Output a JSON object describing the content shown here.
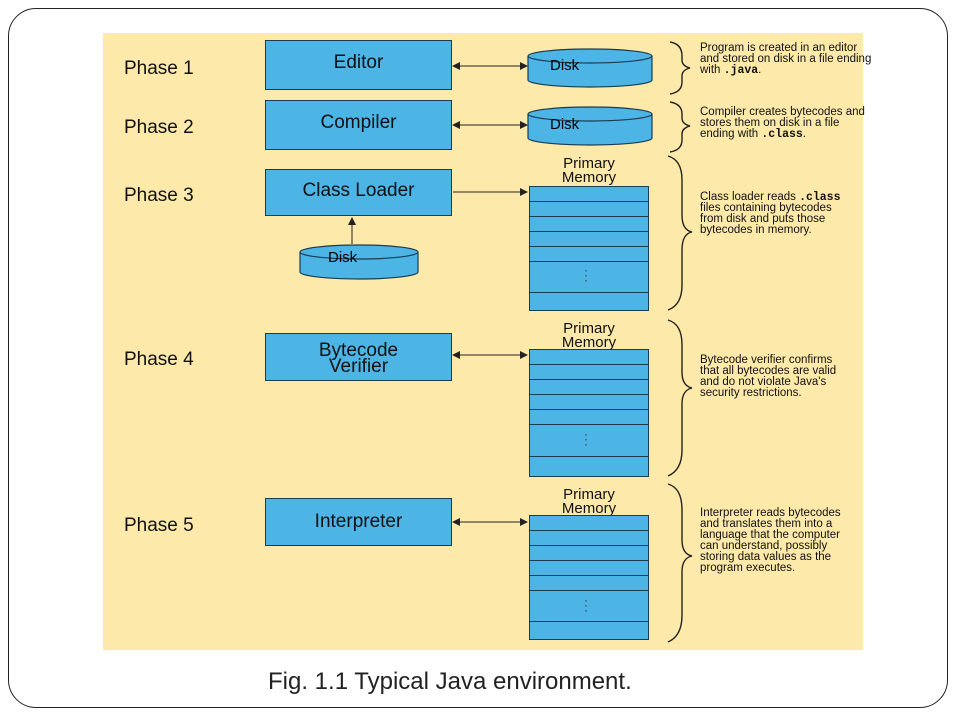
{
  "caption": "Fig. 1.1 Typical Java environment.",
  "colors": {
    "panel_bg": "#fde9a9",
    "box_fill": "#4db4e6",
    "box_border": "#1a3b50"
  },
  "phases": [
    {
      "label": "Phase 1",
      "component": "Editor",
      "store": "Disk",
      "note_parts": [
        "Program is created in an editor and stored on disk in a file ending with ",
        ".java",
        "."
      ]
    },
    {
      "label": "Phase 2",
      "component": "Compiler",
      "store": "Disk",
      "note_parts": [
        "Compiler creates bytecodes and stores them on disk in a file ending with ",
        ".class",
        "."
      ]
    },
    {
      "label": "Phase 3",
      "component": "Class Loader",
      "store": "Primary Memory",
      "source": "Disk",
      "note_parts": [
        "Class loader reads ",
        ".class",
        " files containing bytecodes from disk and puts those bytecodes in memory."
      ]
    },
    {
      "label": "Phase 4",
      "component_line1": "Bytecode",
      "component_line2": "Verifier",
      "store": "Primary Memory",
      "note": "Bytecode verifier confirms that all bytecodes are valid and do not violate Java's security restrictions."
    },
    {
      "label": "Phase 5",
      "component": "Interpreter",
      "store": "Primary Memory",
      "note": "Interpreter reads bytecodes and translates them into a language that the computer can understand, possibly storing data values as the program executes."
    }
  ],
  "memory_label_line1": "Primary",
  "memory_label_line2": "Memory"
}
